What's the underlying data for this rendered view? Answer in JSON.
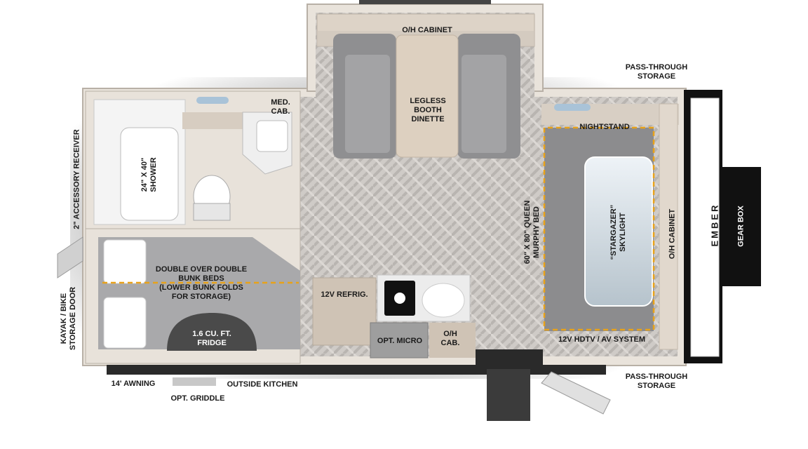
{
  "labels": {
    "oh_cabinet_top": "O/H CABINET",
    "med_cab": "MED.\nCAB.",
    "dinette": "LEGLESS\nBOOTH\nDINETTE",
    "pass_through_top": "PASS-THROUGH\nSTORAGE",
    "nightstand": "NIGHTSTAND",
    "shower": "24\" X 40\"\nSHOWER",
    "accessory_receiver": "2\" ACCESSORY RECEIVER",
    "kayak_door": "KAYAK / BIKE\nSTORAGE DOOR",
    "bunk_beds": "DOUBLE OVER DOUBLE\nBUNK BEDS\n(LOWER BUNK FOLDS\nFOR STORAGE)",
    "fridge_outside": "1.6 CU. FT.\nFRIDGE",
    "refrig": "12V REFRIG.",
    "micro": "OPT. MICRO",
    "oh_cab_small": "O/H\nCAB.",
    "murphy_bed": "60\" X 80\" QUEEN\nMURPHY BED",
    "skylight": "“STARGAZER”\nSKYLIGHT",
    "oh_cabinet_right": "O/H CABINET",
    "hdtv": "12V HDTV / AV SYSTEM",
    "gear_box": "GEAR BOX",
    "pass_through_bottom": "PASS-THROUGH\nSTORAGE",
    "awning": "14' AWNING",
    "outside_kitchen": "OUTSIDE KITCHEN",
    "griddle": "OPT. GRIDDLE",
    "brand": "EMBER"
  },
  "colors": {
    "wall": "#e8e2da",
    "wood": "#d9cfc3",
    "floor": "#c9c5c1",
    "cushion": "#8d8d8f",
    "dashed": "#e8a21a",
    "black": "#111111"
  }
}
